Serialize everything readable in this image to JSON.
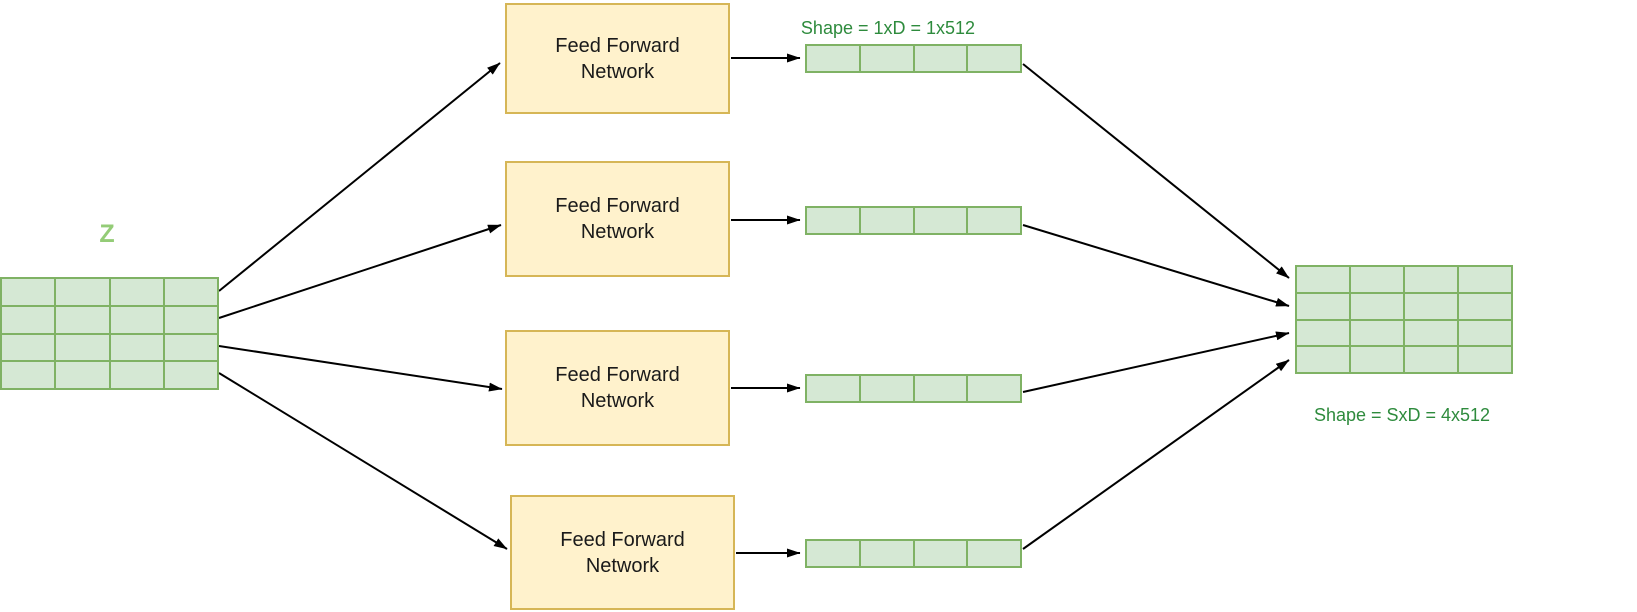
{
  "input_matrix": {
    "label": "Z",
    "grid": {
      "rows": 4,
      "cols": 4
    }
  },
  "ffn_boxes": [
    {
      "line1": "Feed Forward",
      "line2": "Network"
    },
    {
      "line1": "Feed Forward",
      "line2": "Network"
    },
    {
      "line1": "Feed Forward",
      "line2": "Network"
    },
    {
      "line1": "Feed Forward",
      "line2": "Network"
    }
  ],
  "vectors": {
    "count": 4,
    "shape_label": "Shape = 1xD = 1x512",
    "grid": {
      "rows": 1,
      "cols": 4
    }
  },
  "output_matrix": {
    "shape_label": "Shape = SxD = 4x512",
    "grid": {
      "rows": 4,
      "cols": 4
    }
  },
  "colors": {
    "background": "#ffffff",
    "matrix_fill": "#d5e8d4",
    "matrix_stroke": "#7fb264",
    "ffn_fill": "#fff2cc",
    "ffn_stroke": "#d6b656",
    "shape_label_green": "#2e8b3d",
    "z_label_green": "#94cc77",
    "arrow_black": "#000000"
  }
}
